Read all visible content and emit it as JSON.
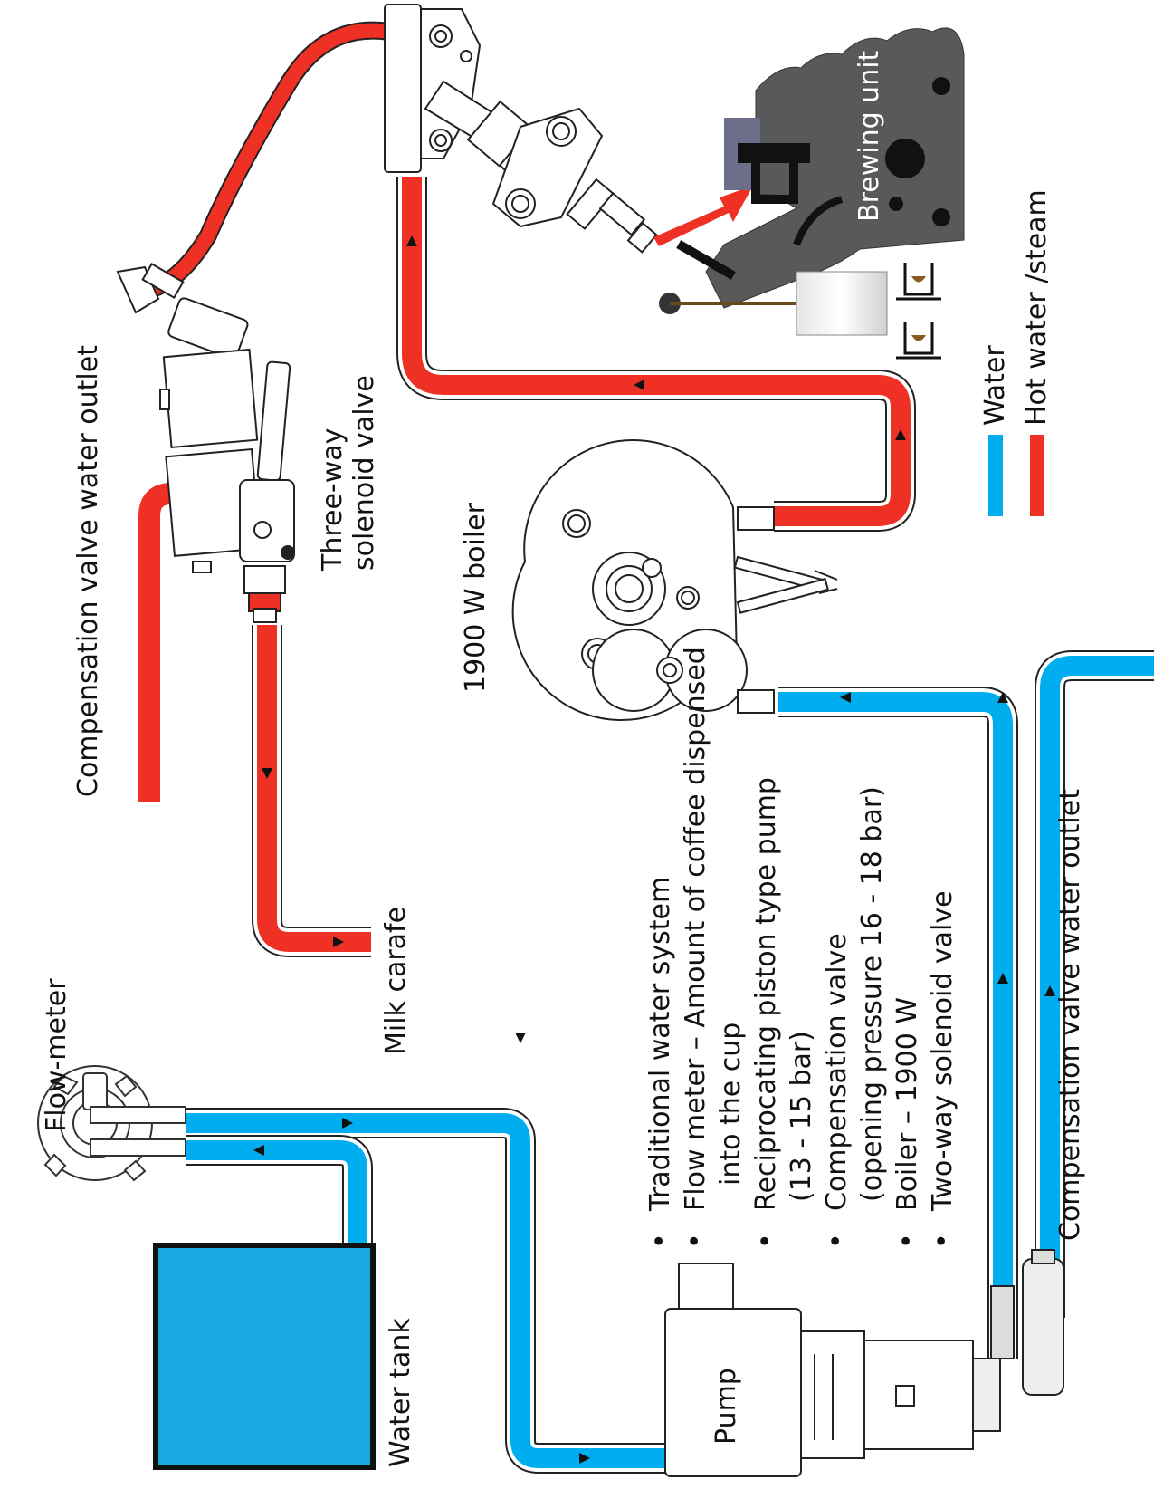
{
  "labels": {
    "flow_meter": "Flow-meter",
    "water_tank": "Water tank",
    "pump": "Pump",
    "milk_carafe": "Milk carafe",
    "comp_outlet_top": "Compensation valve water outlet",
    "three_way_line1": "Three-way",
    "three_way_line2": "solenoid valve",
    "boiler": "1900 W boiler",
    "brewing_unit": "Brewing unit",
    "comp_outlet_bottom": "Compensation valve water outlet"
  },
  "description_list": [
    {
      "bullet": "•",
      "text": "Traditional water system"
    },
    {
      "bullet": "•",
      "text": "Flow meter – Amount of coffee dispensed"
    },
    {
      "bullet": "",
      "text": "into the cup"
    },
    {
      "bullet": "•",
      "text": "Reciprocating piston type pump"
    },
    {
      "bullet": "",
      "text": "(13 - 15 bar)"
    },
    {
      "bullet": "•",
      "text": "Compensation valve"
    },
    {
      "bullet": "",
      "text": "(opening pressure 16 - 18 bar)"
    },
    {
      "bullet": "•",
      "text": "Boiler – 1900 W"
    },
    {
      "bullet": "•",
      "text": "Two-way solenoid valve"
    }
  ],
  "legend": [
    {
      "label": "Water",
      "color": "#00aeef"
    },
    {
      "label": "Hot water /steam",
      "color": "#ee3124"
    }
  ],
  "colors": {
    "water": "#00aeef",
    "hot": "#ee3124",
    "tank": "#1ba8e0",
    "brewing_unit": "#58595b"
  }
}
